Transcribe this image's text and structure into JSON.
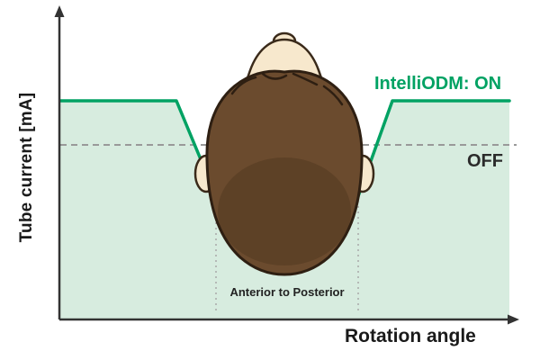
{
  "figure": {
    "y_axis_label": "Tube current [mA]",
    "x_axis_label": "Rotation angle",
    "on_series_label": "IntelliODM: ON",
    "off_series_label": "OFF",
    "region_annotation": "Anterior to Posterior"
  },
  "colors": {
    "axis": "#333333",
    "on_line": "#00a263",
    "area_fill": "#d7ecdf",
    "off_line": "#999999",
    "marker_line": "#a8a8a8",
    "skin": "#f7e8cd",
    "hair": "#6b4b2e",
    "hair_outline": "#2e1f12",
    "on_text": "#00a263",
    "text": "#1a1a1a"
  },
  "chart_data": {
    "type": "line",
    "title": "",
    "xlabel": "Rotation angle",
    "ylabel": "Tube current [mA]",
    "x_unit": "rotation progress, percent (no numeric ticks shown)",
    "y_unit": "tube current, relative units (no numeric ticks shown)",
    "grid": false,
    "axis_ticks": "none",
    "series": [
      {
        "name": "IntelliODM: ON",
        "style": "solid",
        "color": "#00a263",
        "x_percent": [
          0,
          26,
          35,
          66,
          74,
          100
        ],
        "values_relative": [
          71,
          71,
          40,
          40,
          71,
          71
        ],
        "area_fill_color": "#d7ecdf"
      },
      {
        "name": "OFF",
        "style": "dashed",
        "color": "#999999",
        "x_percent": [
          0,
          100
        ],
        "values_relative": [
          57,
          57
        ]
      }
    ],
    "annotations": [
      {
        "text": "Anterior to Posterior",
        "x_percent_range": [
          35,
          66
        ],
        "marker_style": "dotted-vertical-lines"
      }
    ],
    "illustration": "top view of a human head placed over the current-dip region",
    "legend_position": "labels inline on plot"
  }
}
